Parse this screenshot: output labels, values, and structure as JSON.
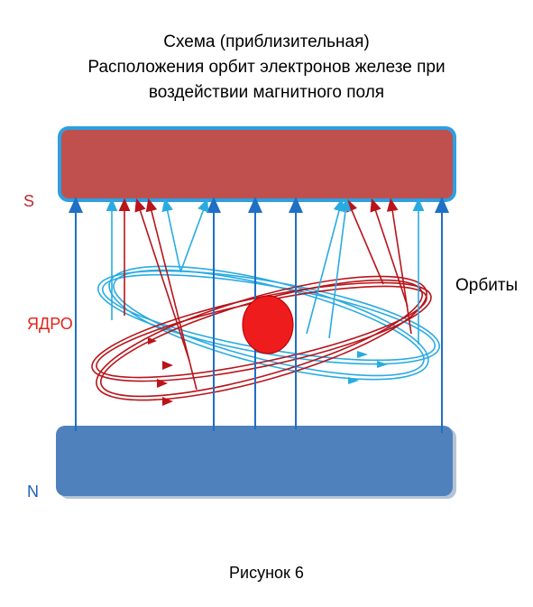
{
  "title": {
    "line1": "Схема  (приблизительная)",
    "line2": "Расположения орбит электронов железе при",
    "line3": "воздействии магнитного поля"
  },
  "labels": {
    "south": "S",
    "north": "N",
    "core": "ЯДРО",
    "orbits": "Орбиты"
  },
  "caption": "Рисунок 6",
  "colors": {
    "south_pole_fill": "#c0504d",
    "south_pole_border": "#2e9fe0",
    "north_pole_fill": "#4f81bd",
    "field_line": "#1f6fc4",
    "nucleus": "#ee1c1c",
    "orbit_red": "#b8141a",
    "orbit_cyan": "#29abe2"
  }
}
